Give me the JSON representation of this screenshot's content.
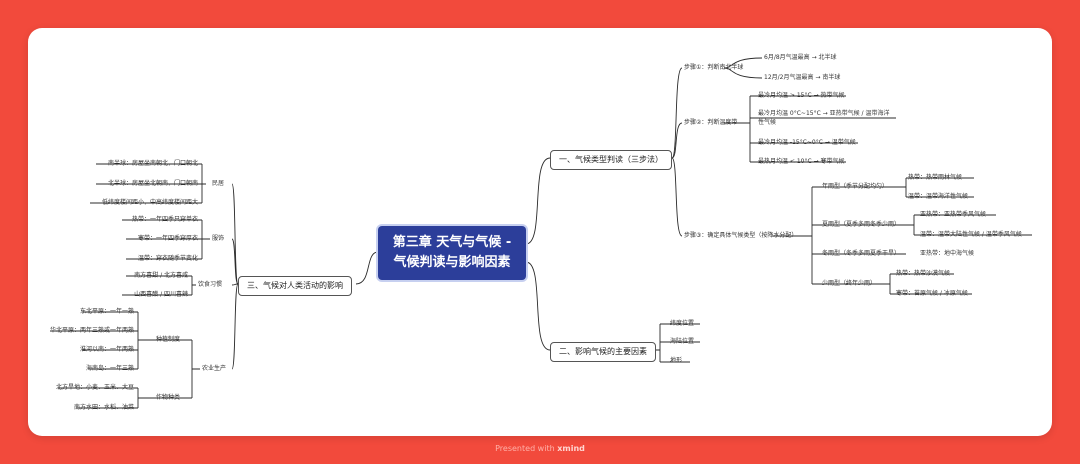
{
  "central": {
    "line1": "第三章 天气与气候 -",
    "line2": "气候判读与影响因素"
  },
  "branch1": {
    "title": "一、气候类型判读（三步法）",
    "step1": {
      "label": "步骤①：判断南北半球",
      "a": "6月/8月气温最高 → 北半球",
      "b": "12月/2月气温最高 → 南半球"
    },
    "step2": {
      "label": "步骤②：判断温度带",
      "a": "最冷月均温 > 15°C → 热带气候",
      "b1": "最冷月均温 0°C~15°C → 亚热带气候 / 温带海洋",
      "b2": "性气候",
      "c": "最冷月均温 -15°C~0°C → 温带气候",
      "d": "最热月均温 < 10°C → 寒带气候"
    },
    "step3": {
      "label": "步骤③：确定具体气候类型（按降水分配）",
      "annual": {
        "label": "年雨型（季节分配均匀）",
        "a": "热带：热带雨林气候",
        "b": "温带：温带海洋性气候"
      },
      "summer": {
        "label": "夏雨型（夏季多雨冬季少雨）",
        "a": "亚热带：亚热带季风气候",
        "b": "温带：温带大陆性气候 / 温带季风气候"
      },
      "winter": {
        "label": "冬雨型（冬季多雨夏季干旱）",
        "a": "亚热带：地中海气候"
      },
      "little": {
        "label": "少雨型（终年少雨）",
        "a": "热带：热带沙漠气候",
        "b": "寒带：苔原气候 / 冰原气候"
      }
    }
  },
  "branch2": {
    "title": "二、影响气候的主要因素",
    "a": "纬度位置",
    "b": "海陆位置",
    "c": "地形"
  },
  "branch3": {
    "title": "三、气候对人类活动的影响",
    "housing": {
      "label": "民居",
      "a": "南半球：房屋坐南朝北，门口朝北",
      "b": "北半球：房屋坐北朝南，门口朝南",
      "c": "低纬度楼间距小，中高纬度楼间距大"
    },
    "clothing": {
      "label": "服饰",
      "a": "热带：一年四季只穿单衣",
      "b": "寒带：一年四季穿厚衣",
      "c": "温带：穿衣随季节变化"
    },
    "diet": {
      "label": "饮食习惯",
      "a": "南方喜甜 / 北方喜咸",
      "b": "山西喜醋 / 四川喜辣"
    },
    "agri": {
      "label": "农业生产",
      "planting": {
        "label": "种植制度",
        "a": "东北平原：一年一熟",
        "b": "华北平原：两年三熟或一年两熟",
        "c": "淮河以南：一年两熟",
        "d": "海南岛：一年三熟"
      },
      "crops": {
        "label": "作物种类",
        "a": "北方旱地：小麦、玉米、大豆",
        "b": "南方水田：水稻、油菜"
      }
    }
  },
  "footer": {
    "prefix": "Presented with",
    "brand": "xmind"
  }
}
